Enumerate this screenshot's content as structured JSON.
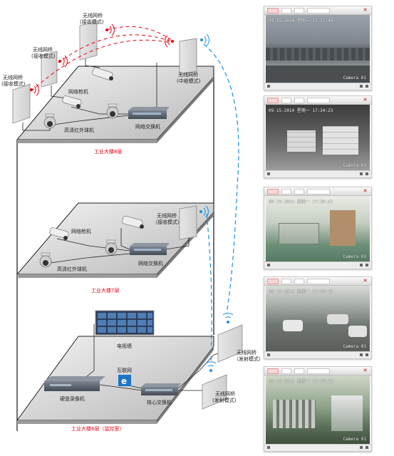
{
  "labels": {
    "bridge_rx": "无线网桥",
    "mode_rx": "(接收模式)",
    "mode_rx_bracket": "（接收模式）",
    "mode_relay": "(中继模式)",
    "mode_tx": "(发射模式)",
    "mode_tx_bracket": "（发射模式）",
    "gun_cam": "网络枪机",
    "ir_dome": "高清红外球机",
    "switch": "网络交换机",
    "core_switch": "核心交换机",
    "nvr": "硬盘录像机",
    "internet": "互联网",
    "tv_wall": "电视墙",
    "floor8": "工业大楼8层",
    "floor7": "工业大楼7层",
    "floor6": "工业大楼6层（监控室）"
  },
  "feeds": [
    {
      "timestamp": "09-15-2014 星期一 17:37:40",
      "camera": "Camera 01"
    },
    {
      "timestamp": "09-15-2014 星期一 17:34:23",
      "camera": "Camera 01"
    },
    {
      "timestamp": "09-15-2014 星期一 17:36:41",
      "camera": "Camera 01"
    },
    {
      "timestamp": "09-15-2014 星期一 17:30:23",
      "camera": "Camera 01"
    },
    {
      "timestamp": "09-15-2014 星期一 17:36:22",
      "camera": "Camera 01"
    }
  ],
  "colors": {
    "floor_label": "#e60012",
    "signal_red": "#e60012",
    "signal_blue": "#1a8fe0"
  }
}
